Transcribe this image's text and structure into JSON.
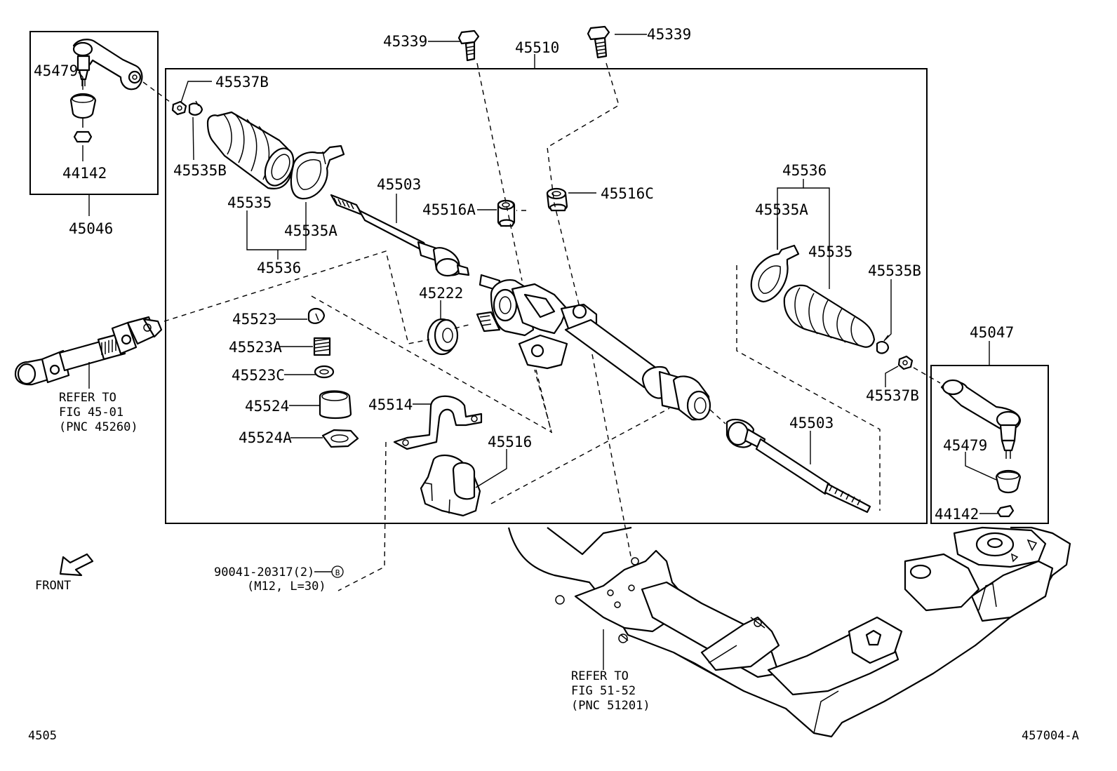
{
  "labels": {
    "tl_45479": "45479",
    "tl_44142": "44142",
    "tl_45046": "45046",
    "top_45339_left": "45339",
    "top_45510": "45510",
    "top_45339_right": "45339",
    "l_45537B": "45537B",
    "l_45535B": "45535B",
    "l_45535": "45535",
    "l_45535A": "45535A",
    "l_45536": "45536",
    "l_45503": "45503",
    "m_45516A": "45516A",
    "m_45516C": "45516C",
    "m_45222": "45222",
    "m_45523": "45523",
    "m_45523A": "45523A",
    "m_45523C": "45523C",
    "m_45524": "45524",
    "m_45524A": "45524A",
    "m_45514": "45514",
    "m_45516": "45516",
    "r_45536": "45536",
    "r_45535A": "45535A",
    "r_45535": "45535",
    "r_45535B": "45535B",
    "r_45537B": "45537B",
    "r_45503": "45503",
    "r_45047": "45047",
    "rb_45479": "45479",
    "rb_44142": "44142",
    "bolt_pn": "90041-20317(2)",
    "bolt_ref": "B",
    "bolt_spec": "(M12, L=30)",
    "front": "FRONT",
    "page_no": "4505",
    "fig_no": "457004-A"
  },
  "refs": {
    "steering": [
      "REFER TO",
      "FIG 45-01",
      "(PNC 45260)"
    ],
    "crossmember": [
      "REFER TO",
      "FIG 51-52",
      "(PNC 51201)"
    ]
  }
}
